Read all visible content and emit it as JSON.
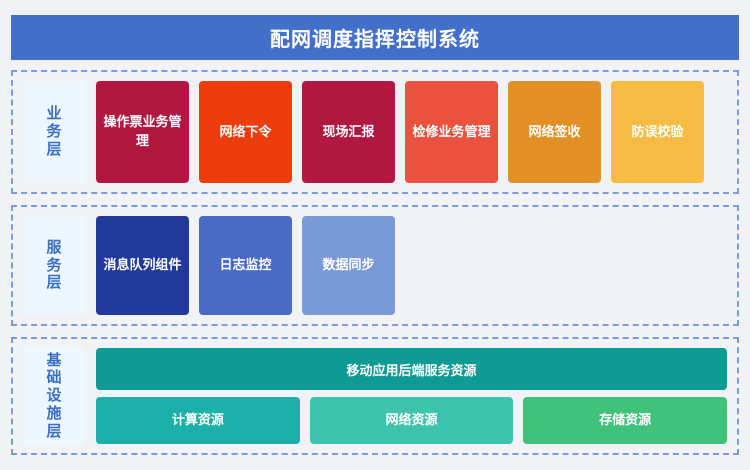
{
  "header": {
    "title": "配网调度指挥控制系统",
    "background_color": "#4270c8",
    "text_color": "#ffffff"
  },
  "page": {
    "background_color": "#f0f2f5",
    "border_color": "#7b9be0",
    "label_panel_color": "#eef7fd",
    "label_text_color": "#3b6fc4"
  },
  "layers": [
    {
      "id": "business",
      "label": "业务层",
      "label_chars": [
        "业",
        "务",
        "层"
      ],
      "cards": [
        {
          "label": "操作票业务管理",
          "color": "#b01842"
        },
        {
          "label": "网络下令",
          "color": "#ee3d0c"
        },
        {
          "label": "现场汇报",
          "color": "#b01842"
        },
        {
          "label": "检修业务管理",
          "color": "#e8523f"
        },
        {
          "label": "网络签收",
          "color": "#e28f25"
        },
        {
          "label": "防误校验",
          "color": "#f6bb43"
        }
      ]
    },
    {
      "id": "service",
      "label": "服务层",
      "label_chars": [
        "服",
        "务",
        "层"
      ],
      "cards": [
        {
          "label": "消息队列组件",
          "color": "#23399a"
        },
        {
          "label": "日志监控",
          "color": "#4a6ac4"
        },
        {
          "label": "数据同步",
          "color": "#7a9ad6"
        }
      ]
    },
    {
      "id": "infrastructure",
      "label": "基础设施层",
      "label_chars": [
        "基",
        "础",
        "设",
        "施",
        "层"
      ],
      "banner": {
        "label": "移动应用后端服务资源",
        "color": "#0d9b94"
      },
      "cards": [
        {
          "label": "计算资源",
          "color": "#1cb0a8"
        },
        {
          "label": "网络资源",
          "color": "#3ec4ad"
        },
        {
          "label": "存储资源",
          "color": "#40c27b"
        }
      ]
    }
  ]
}
